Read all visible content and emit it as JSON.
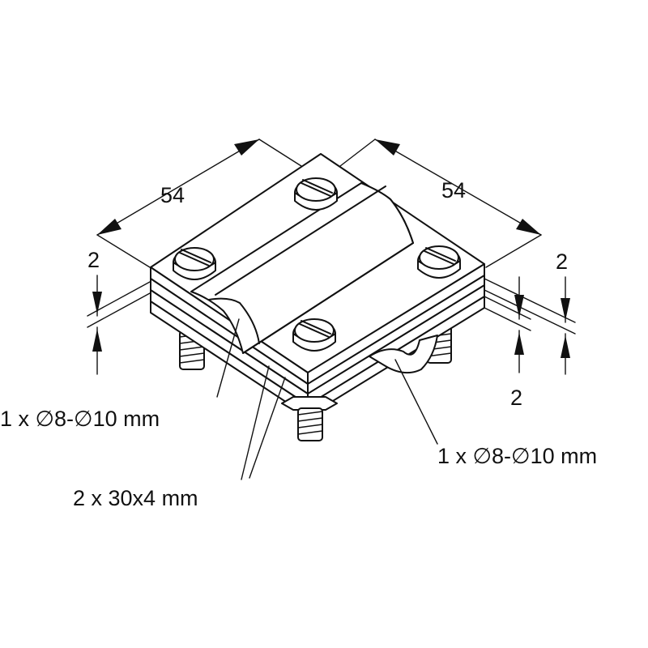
{
  "dimensions": {
    "width_left": "54",
    "width_right": "54",
    "thickness_left": "2",
    "thickness_right_top": "2",
    "thickness_right_bottom": "2"
  },
  "callouts": {
    "round_conductor_left": "1 x ∅8-∅10 mm",
    "round_conductor_right": "1 x ∅8-∅10 mm",
    "flat_conductor": "2 x  30x4 mm"
  },
  "colors": {
    "line": "#111111",
    "background": "#ffffff"
  }
}
